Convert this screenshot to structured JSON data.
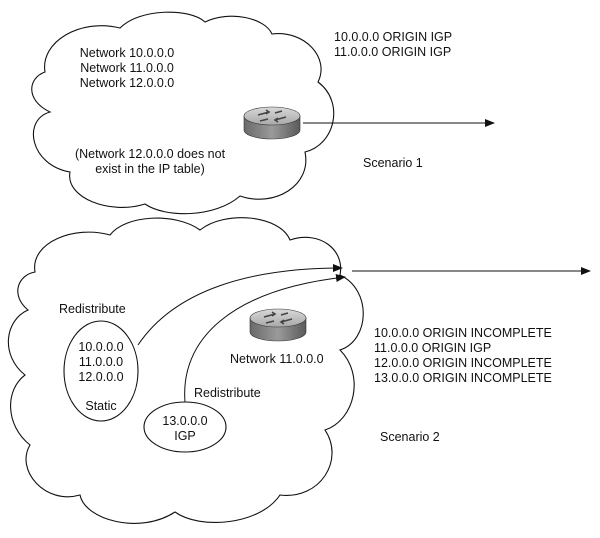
{
  "scenario1": {
    "networks": [
      "Network 10.0.0.0",
      "Network 11.0.0.0",
      "Network 12.0.0.0"
    ],
    "note": [
      "(Network 12.0.0.0 does not",
      "exist in the IP table)"
    ],
    "advertised": [
      "10.0.0.0 ORIGIN IGP",
      "11.0.0.0 ORIGIN IGP"
    ],
    "label": "Scenario 1"
  },
  "scenario2": {
    "redistribute_top": "Redistribute",
    "static_box": [
      "10.0.0.0",
      "11.0.0.0",
      "12.0.0.0",
      "Static"
    ],
    "router_label": "Network 11.0.0.0",
    "redistribute_bottom": "Redistribute",
    "igp_box": [
      "13.0.0.0",
      "IGP"
    ],
    "advertised": [
      "10.0.0.0 ORIGIN INCOMPLETE",
      "11.0.0.0 ORIGIN IGP",
      "12.0.0.0 ORIGIN INCOMPLETE",
      "13.0.0.0 ORIGIN INCOMPLETE"
    ],
    "label": "Scenario 2"
  },
  "icons": {
    "router1": "router-icon",
    "router2": "router-icon"
  }
}
